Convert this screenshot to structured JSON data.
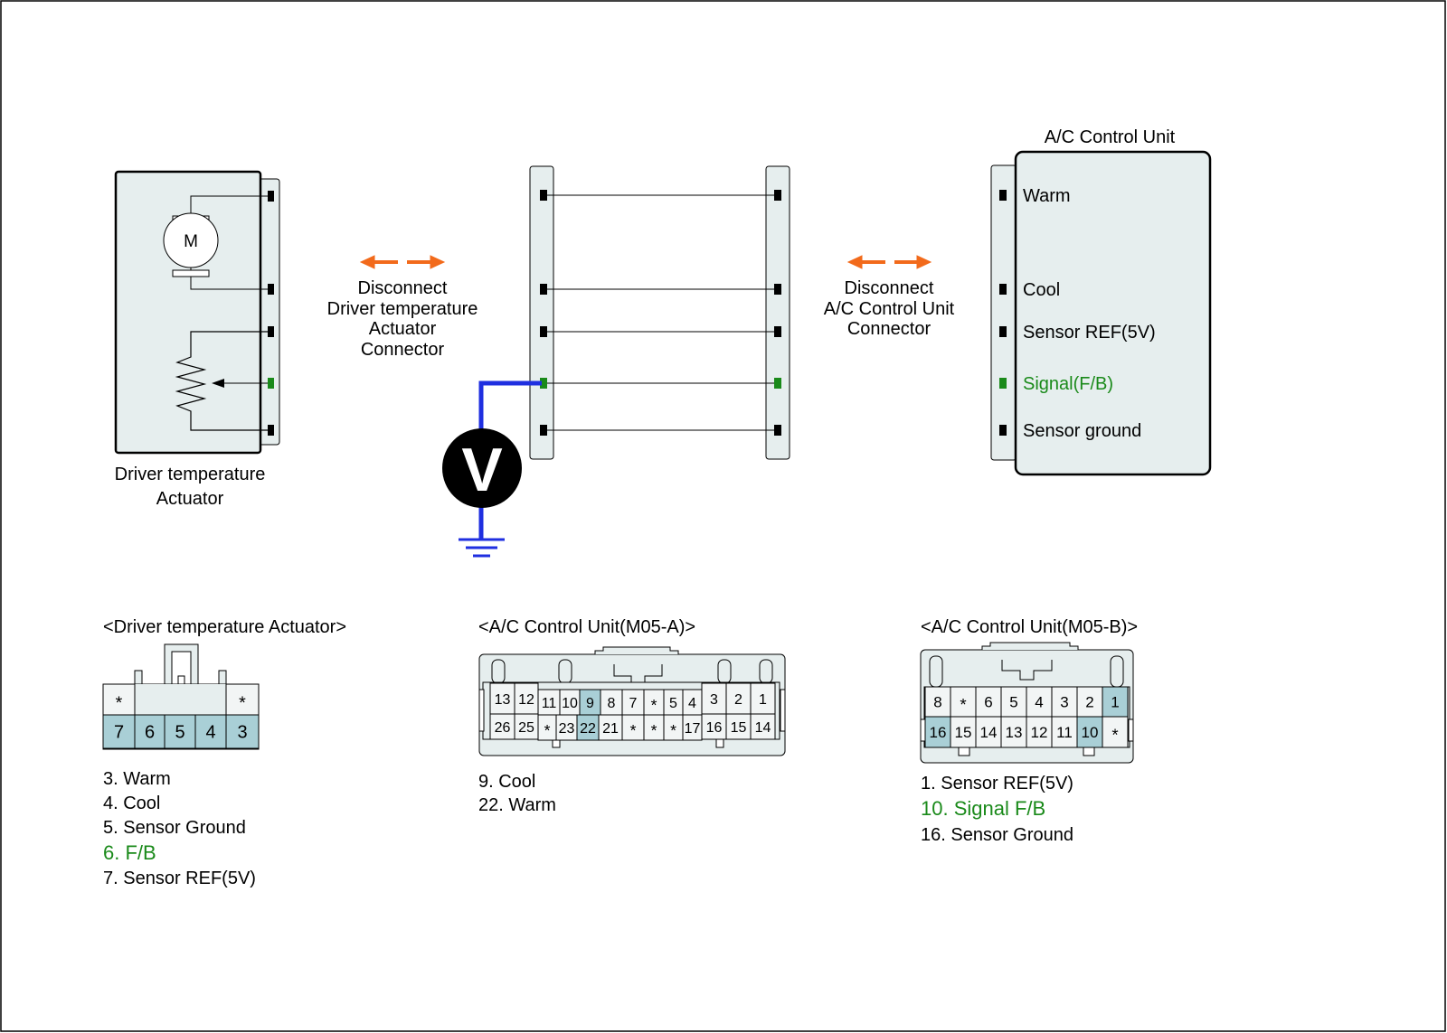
{
  "colors": {
    "panel_fill": "#E6EEEE",
    "pin_highlight": "#A9CFD6",
    "signal_green": "#1A8A1A",
    "meter_wire": "#1F2FE0",
    "arrow_orange": "#F26A1B",
    "ink": "#000000"
  },
  "actuator": {
    "motor_label": "M",
    "caption": [
      "Driver temperature",
      "Actuator"
    ]
  },
  "disconnect_left": [
    "Disconnect",
    "Driver temperature",
    "Actuator",
    "Connector"
  ],
  "disconnect_right": [
    "Disconnect",
    "A/C Control Unit",
    "Connector"
  ],
  "voltmeter": {
    "label": "V"
  },
  "control_unit": {
    "title": "A/C Control Unit",
    "pins": [
      "Warm",
      "Cool",
      "Sensor REF(5V)",
      "Signal(F/B)",
      "Sensor ground"
    ]
  },
  "connector_actuator": {
    "title": "<Driver temperature Actuator>",
    "top_row": [
      "*",
      "",
      "",
      "",
      "*"
    ],
    "bottom_row": [
      "7",
      "6",
      "5",
      "4",
      "3"
    ],
    "legend": [
      "3. Warm",
      "4. Cool",
      "5. Sensor Ground",
      "6. F/B",
      "7. Sensor REF(5V)"
    ]
  },
  "connector_m05a": {
    "title": "<A/C Control Unit(M05-A)>",
    "top_row": [
      "13",
      "12",
      "11",
      "10",
      "9",
      "8",
      "7",
      "*",
      "5",
      "4",
      "3",
      "2",
      "1"
    ],
    "bottom_row": [
      "26",
      "25",
      "*",
      "23",
      "22",
      "21",
      "*",
      "*",
      "*",
      "17",
      "16",
      "15",
      "14"
    ],
    "legend": [
      "9. Cool",
      "22. Warm"
    ]
  },
  "connector_m05b": {
    "title": "<A/C Control Unit(M05-B)>",
    "top_row": [
      "8",
      "*",
      "6",
      "5",
      "4",
      "3",
      "2",
      "1"
    ],
    "bottom_row": [
      "16",
      "15",
      "14",
      "13",
      "12",
      "11",
      "10",
      "*"
    ],
    "legend": [
      "1. Sensor REF(5V)",
      "10. Signal F/B",
      "16. Sensor Ground"
    ]
  }
}
